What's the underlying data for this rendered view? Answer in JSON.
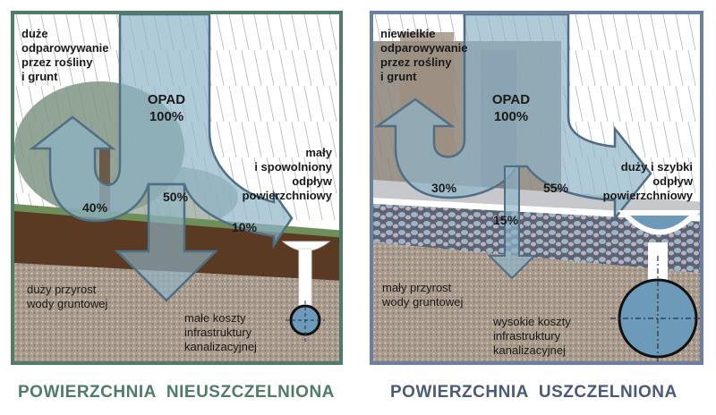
{
  "colors": {
    "left_border": "#4e7d67",
    "right_border": "#6b7fa5",
    "left_caption": "#4e7d67",
    "right_caption": "#4a5a78",
    "arrow_fill": "#8fb3c8",
    "arrow_stroke": "#4f6f84",
    "soil_top": "#5a3a22",
    "ground": "#a89888",
    "pipe": "#6c9ab8"
  },
  "left_panel": {
    "caption": "POWIERZCHNIA  NIEUSZCZELNIONA",
    "evaporation_label": "duże\nodparowywanie\nprzez rośliny\ni grunt",
    "precipitation_label": "OPAD\n100%",
    "runoff_label": "mały\ni spowolniony\nodpływ\npowierzchniowy",
    "groundwater_label": "duży przyrost\nwody gruntowej",
    "cost_label": "małe koszty\ninfrastruktury\nkanalizacyjnej",
    "pct_evaporation": "40%",
    "pct_infiltration": "50%",
    "pct_runoff": "10%"
  },
  "right_panel": {
    "caption": "POWIERZCHNIA  USZCZELNIONA",
    "evaporation_label": "niewielkie\nodparowywanie\nprzez rośliny\ni grunt",
    "precipitation_label": "OPAD\n100%",
    "runoff_label": "duży i szybki\nodpływ\npowierzchniowy",
    "groundwater_label": "mały przyrost\nwody gruntowej",
    "cost_label": "wysokie koszty\ninfrastruktury\nkanalizacyjnej",
    "pct_evaporation": "30%",
    "pct_infiltration": "15%",
    "pct_runoff": "55%"
  }
}
